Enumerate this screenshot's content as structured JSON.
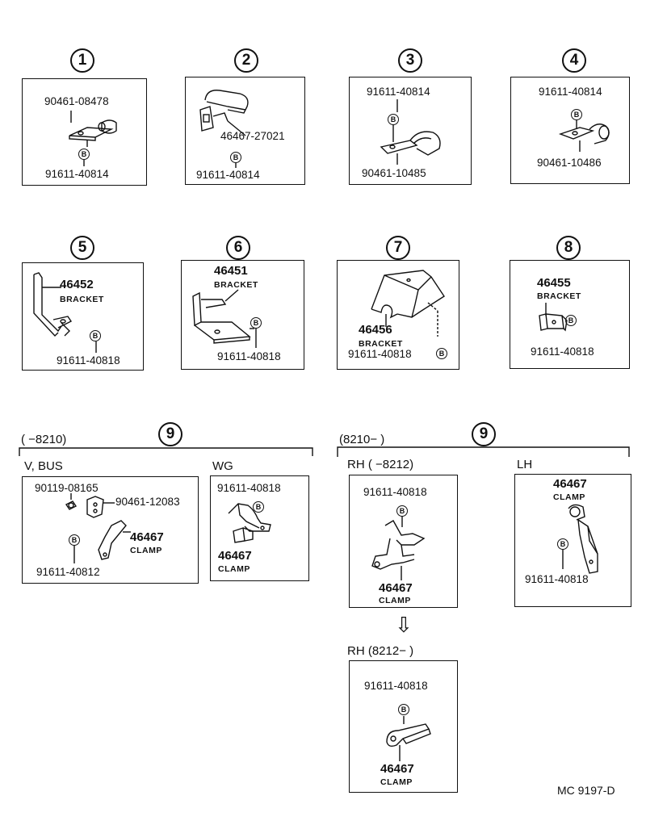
{
  "diagram_ref": "MC  9197-D",
  "panels": [
    {
      "num": "1",
      "part_top": "90461-08478",
      "part_bottom": "91611-40814",
      "bolt": "B"
    },
    {
      "num": "2",
      "part_top": "46467-27021",
      "part_bottom": "91611-40814",
      "bolt": "B"
    },
    {
      "num": "3",
      "part_top": "91611-40814",
      "part_bottom": "90461-10485",
      "bolt": "B"
    },
    {
      "num": "4",
      "part_top": "91611-40814",
      "part_bottom": "90461-10486",
      "bolt": "B"
    },
    {
      "num": "5",
      "part_top": "46452",
      "part_name": "BRACKET",
      "part_bottom": "91611-40818",
      "bolt": "B"
    },
    {
      "num": "6",
      "part_top": "46451",
      "part_name": "BRACKET",
      "part_bottom": "91611-40818",
      "bolt": "B"
    },
    {
      "num": "7",
      "part_top": "46456",
      "part_name": "BRACKET",
      "part_bottom": "91611-40818",
      "bolt": "B"
    },
    {
      "num": "8",
      "part_top": "46455",
      "part_name": "BRACKET",
      "part_bottom": "91611-40818",
      "bolt": "B"
    }
  ],
  "group_left": {
    "num": "9",
    "range": "(        −8210)",
    "vbus": {
      "title": "V, BUS",
      "part_a": "90119-08165",
      "part_b": "90461-12083",
      "part_c": "46467",
      "part_c_name": "CLAMP",
      "part_d": "91611-40812",
      "bolt": "B"
    },
    "wg": {
      "title": "WG",
      "part_a": "91611-40818",
      "part_c": "46467",
      "part_c_name": "CLAMP",
      "bolt": "B"
    }
  },
  "group_right": {
    "num": "9",
    "range": "(8210−        )",
    "rh_old": {
      "title": "RH (        −8212)",
      "part_a": "91611-40818",
      "part_c": "46467",
      "part_c_name": "CLAMP",
      "bolt": "B"
    },
    "lh": {
      "title": "LH",
      "part_a": "46467",
      "part_a_name": "CLAMP",
      "part_b": "91611-40818",
      "bolt": "B"
    },
    "arrow": "⇩",
    "rh_new": {
      "title": "RH (8212−        )",
      "part_a": "91611-40818",
      "part_c": "46467",
      "part_c_name": "CLAMP",
      "bolt": "B"
    }
  }
}
